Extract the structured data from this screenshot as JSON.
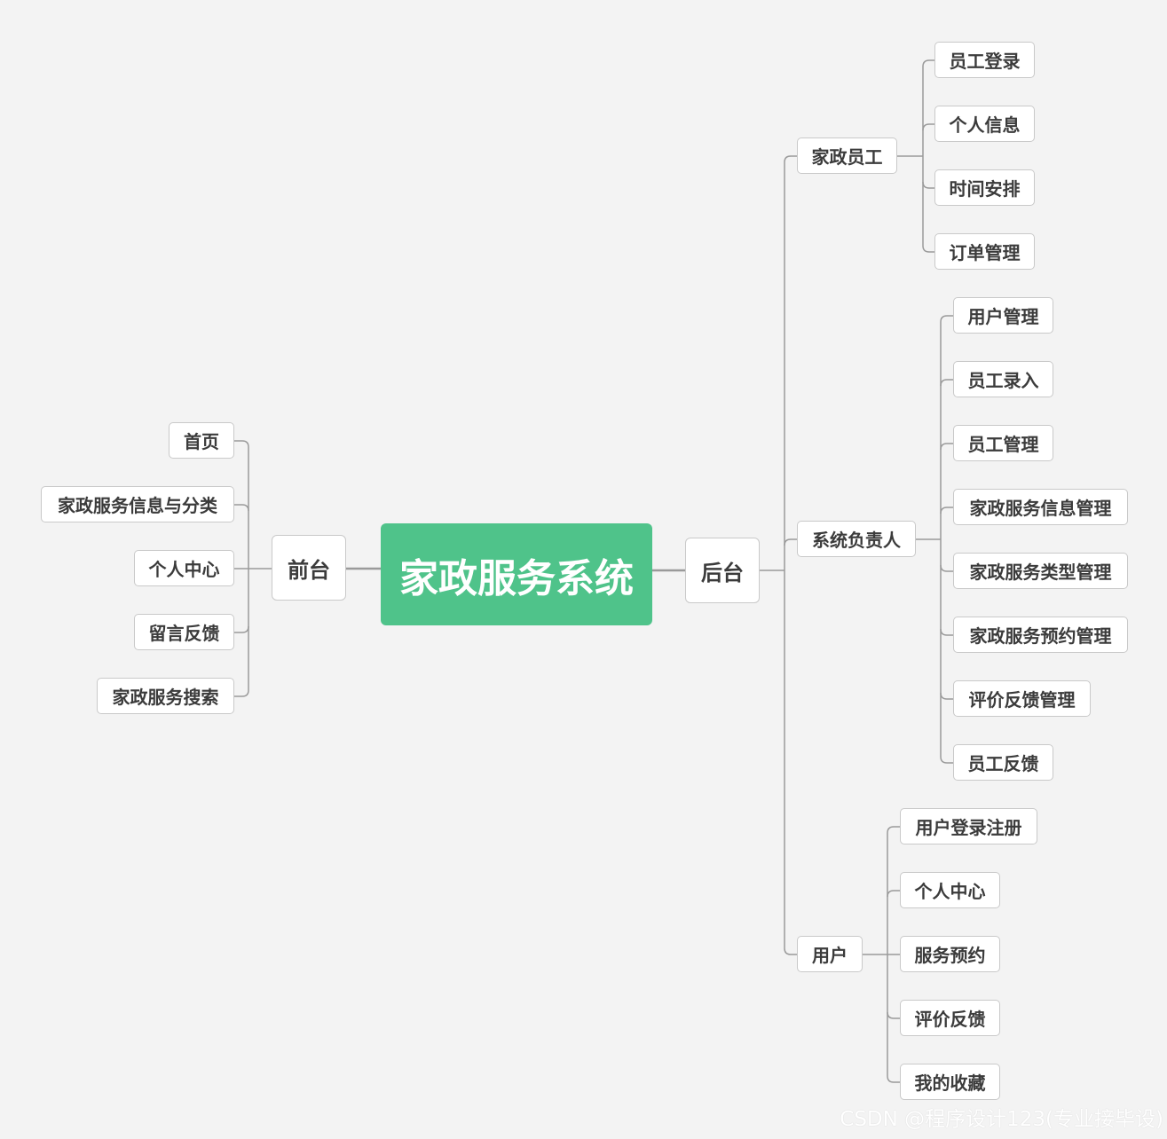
{
  "root": {
    "label": "家政服务系统"
  },
  "front": {
    "label": "前台",
    "children": [
      "首页",
      "家政服务信息与分类",
      "个人中心",
      "留言反馈",
      "家政服务搜索"
    ]
  },
  "back": {
    "label": "后台",
    "groups": [
      {
        "label": "家政员工",
        "children": [
          "员工登录",
          "个人信息",
          "时间安排",
          "订单管理"
        ]
      },
      {
        "label": "系统负责人",
        "children": [
          "用户管理",
          "员工录入",
          "员工管理",
          "家政服务信息管理",
          "家政服务类型管理",
          "家政服务预约管理",
          "评价反馈管理",
          "员工反馈"
        ]
      },
      {
        "label": "用户",
        "children": [
          "用户登录注册",
          "个人中心",
          "服务预约",
          "评价反馈",
          "我的收藏"
        ]
      }
    ]
  },
  "watermark": "CSDN @程序设计123(专业接毕设)",
  "colors": {
    "root": "#4fc38a",
    "background": "#f3f3f3",
    "connector": "#9a9a9a"
  }
}
